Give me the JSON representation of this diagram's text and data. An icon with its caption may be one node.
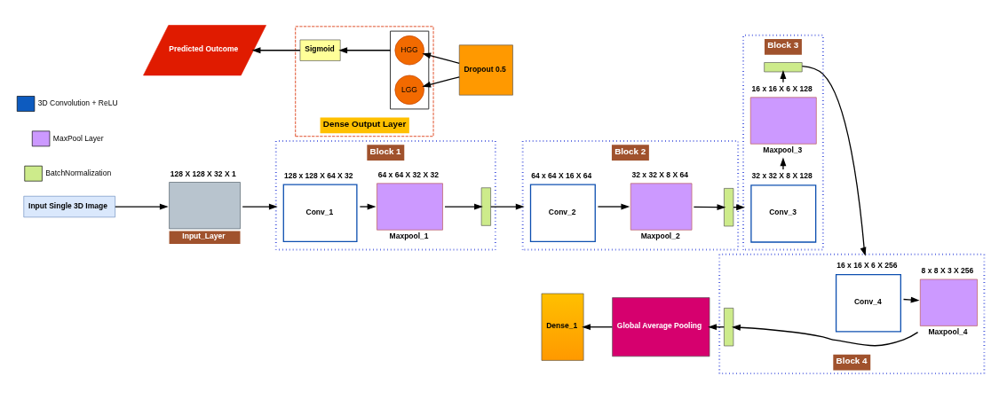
{
  "diagram": {
    "nodes": [
      {
        "text": [
          "Input Single 3D Image"
        ]
      },
      {
        "text": [],
        "shape": "box",
        "beside": [
          "128 X 128 X 32 X 1",
          "Input_Layer"
        ]
      },
      {
        "text": [
          "Block 1"
        ]
      },
      {
        "text": [
          "Conv_1"
        ],
        "in": 2,
        "beside": [
          "128 x 128 X 64 X 32"
        ]
      },
      {
        "text": [
          "Maxpool_1"
        ],
        "in": 2,
        "beside": [
          "64 x 64 X 32 X 32"
        ]
      },
      {
        "text": [],
        "shape": "bar",
        "in": 2
      },
      {
        "text": [
          "Block 2"
        ]
      },
      {
        "text": [
          "Conv_2"
        ],
        "in": 6,
        "beside": [
          "64 x 64 X 16 X 64"
        ]
      },
      {
        "text": [
          "Maxpool_2"
        ],
        "in": 6,
        "beside": [
          "32 x 32 X 8 X 64"
        ]
      },
      {
        "text": [],
        "shape": "bar",
        "in": 6
      },
      {
        "text": [
          "Block 3"
        ]
      },
      {
        "text": [
          "Conv_3"
        ],
        "in": 10,
        "beside": [
          "32 x 32 X 8 X 128"
        ]
      },
      {
        "text": [
          "Maxpool_3"
        ],
        "in": 10,
        "beside": [
          "16 x 16 X 6 X 128"
        ]
      },
      {
        "text": [],
        "shape": "bar",
        "in": 10
      },
      {
        "text": [
          "Block 4"
        ]
      },
      {
        "text": [
          "Conv_4"
        ],
        "in": 14,
        "beside": [
          "16 x 16 X 6 X 256"
        ]
      },
      {
        "text": [
          "Maxpool_4"
        ],
        "in": 14,
        "beside": [
          "8 x 8 X 3 X 256"
        ]
      },
      {
        "text": [],
        "shape": "bar",
        "in": 14
      },
      {
        "text": [
          "Global Average Pooling"
        ]
      },
      {
        "text": [
          "Dense_1"
        ]
      },
      {
        "text": [
          "Dropout 0.5"
        ]
      },
      {
        "text": [
          "Dense Output Layer"
        ]
      },
      {
        "text": [],
        "shape": "box",
        "in": 21
      },
      {
        "text": [
          "HGG"
        ],
        "in": 22
      },
      {
        "text": [
          "LGG"
        ],
        "in": 22
      },
      {
        "text": [
          "Sigmoid"
        ],
        "in": 21
      },
      {
        "text": [
          "Predicted Outcome"
        ]
      }
    ],
    "edges": [
      {
        "from": 0,
        "to": 1,
        "arrow": "to"
      },
      {
        "from": 1,
        "to": 2,
        "arrow": "to"
      },
      {
        "from": 3,
        "to": 4,
        "arrow": "to"
      },
      {
        "from": 4,
        "to": 5,
        "arrow": "to"
      },
      {
        "from": 5,
        "to": 6,
        "arrow": "to"
      },
      {
        "from": 7,
        "to": 8,
        "arrow": "to"
      },
      {
        "from": 8,
        "to": 9,
        "arrow": "to"
      },
      {
        "from": 9,
        "to": 10,
        "arrow": "to"
      },
      {
        "from": 11,
        "to": 12,
        "arrow": "to"
      },
      {
        "from": 12,
        "to": 13,
        "arrow": "to"
      },
      {
        "from": 13,
        "to": 14,
        "arrow": "to"
      },
      {
        "from": 15,
        "to": 16,
        "arrow": "to"
      },
      {
        "from": 16,
        "to": 17,
        "arrow": "to"
      },
      {
        "from": 17,
        "to": 18,
        "arrow": "to"
      },
      {
        "from": 18,
        "to": 19,
        "arrow": "to"
      },
      {
        "from": 20,
        "to": 23,
        "arrow": "to"
      },
      {
        "from": 20,
        "to": 24,
        "arrow": "to"
      },
      {
        "from": 22,
        "to": 25,
        "arrow": "to"
      },
      {
        "from": 25,
        "to": 26,
        "arrow": "to"
      }
    ],
    "legend": [
      {
        "text": "3D Convolution + ReLU",
        "color": "#0d5bbf"
      },
      {
        "text": "MaxPool Layer",
        "color": "#cc99ff"
      },
      {
        "text": "BatchNormalization",
        "color": "#cdeb8b"
      }
    ]
  }
}
